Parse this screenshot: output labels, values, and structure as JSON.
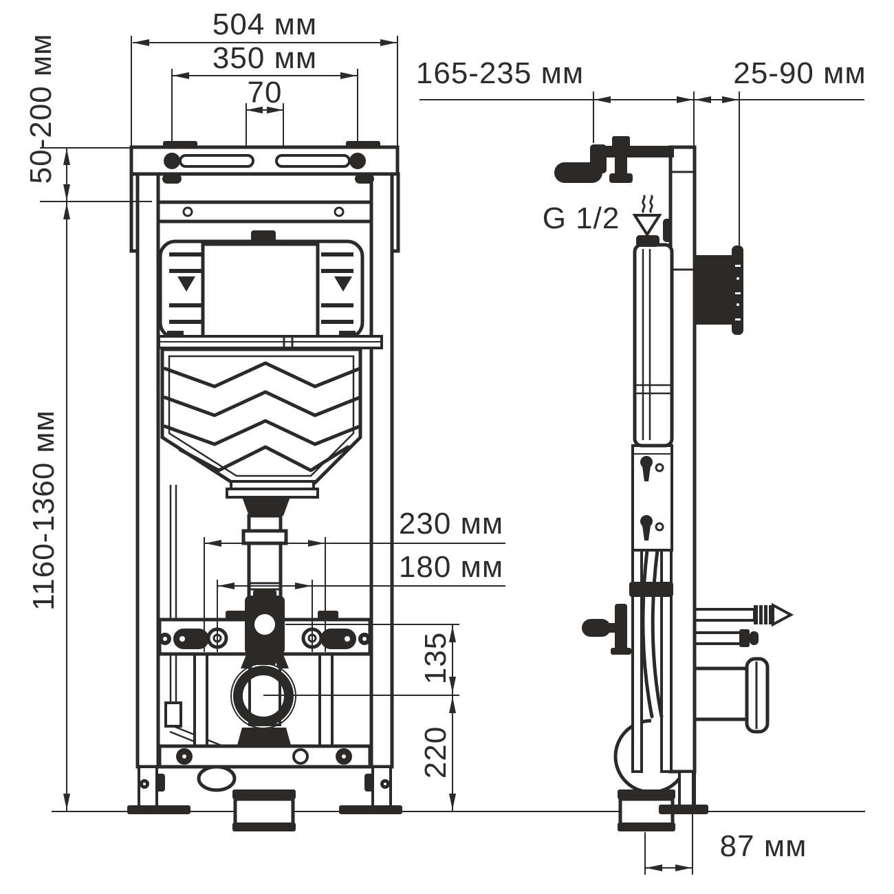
{
  "labels": {
    "width_top": "504 мм",
    "flush_plate_bolts": "350 мм",
    "slot_gap": "70",
    "top_clearance": "50-200 мм",
    "frame_height": "1160-1360 мм",
    "valve_to_frame": "165-235 мм",
    "frame_to_wall": "25-90 мм",
    "thread": "G 1/2",
    "fixing_spacing_outer": "230 мм",
    "fixing_spacing_inner": "180 мм",
    "drain_to_fixing": "135",
    "drain_height": "220",
    "outlet_offset": "87 мм"
  },
  "style": {
    "line_color": "#2b2a29",
    "background": "#ffffff"
  }
}
